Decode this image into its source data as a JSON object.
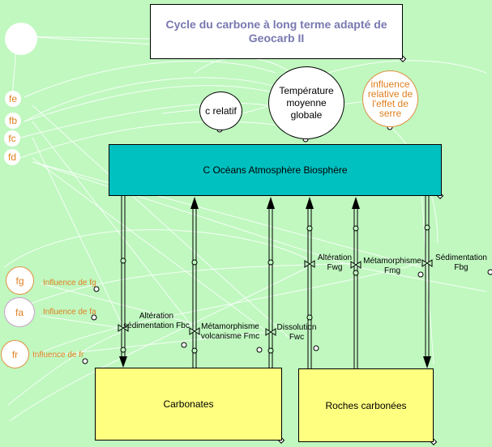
{
  "title": "Cycle du carbone à long terme adapté de Geocarb II",
  "stocks": {
    "main": "C Océans Atmosphère Biosphère",
    "carbonates": "Carbonates",
    "roches": "Roches carbonées"
  },
  "converters": {
    "c_relatif": "c relatif",
    "temperature": "Température moyenne globale",
    "influence_serre": "influence relative de l'effet de serre"
  },
  "small_converters": {
    "fe": "fe",
    "fb": "fb",
    "fc": "fc",
    "fd": "fd",
    "fg": "fg",
    "fa": "fa",
    "fr": "fr"
  },
  "influence_labels": {
    "fg": "Influence de fg",
    "fa": "Influence de fa",
    "fr": "Influence de fr"
  },
  "flows": {
    "fbc": "Altération sédimentation Fbc",
    "fmc": "Métamorphisme volcanisme Fmc",
    "fwc": "Dissolution Fwc",
    "fwg": "Altération Fwg",
    "fmg": "Métamorphisme Fmg",
    "fbg": "Sédimentation Fbg"
  },
  "colors": {
    "background": "#c0f8c0",
    "main_stock": "#00c0c0",
    "rock_stocks": "#ffff80",
    "title_text": "#7878b0",
    "influence_text": "#e08020"
  }
}
